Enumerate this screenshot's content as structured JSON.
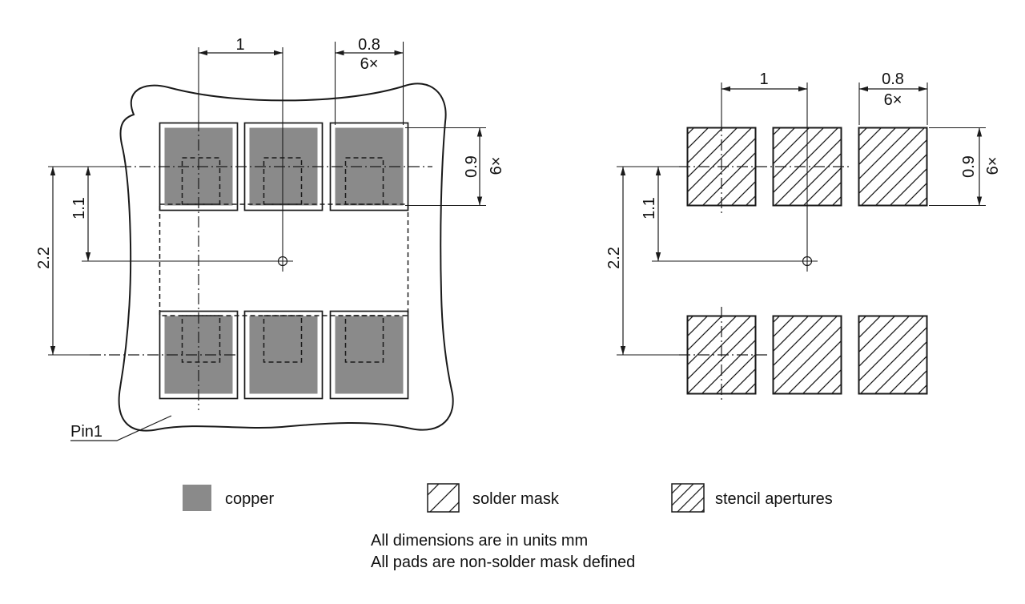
{
  "drawing": {
    "dims": {
      "pitch": "1",
      "pad_width": "0.8",
      "pad_height": "0.9",
      "count": "6×",
      "row_half_pitch": "1.1",
      "row_pitch": "2.2"
    },
    "pin1_label": "Pin1",
    "legend": {
      "items": [
        {
          "label": "copper"
        },
        {
          "label": "solder mask"
        },
        {
          "label": "stencil apertures"
        }
      ]
    },
    "notes": [
      "All dimensions are in units mm",
      "All pads are non-solder mask defined"
    ],
    "colors": {
      "copper": "#8a8a8a",
      "line": "#1a1a1a",
      "background": "#ffffff"
    }
  }
}
